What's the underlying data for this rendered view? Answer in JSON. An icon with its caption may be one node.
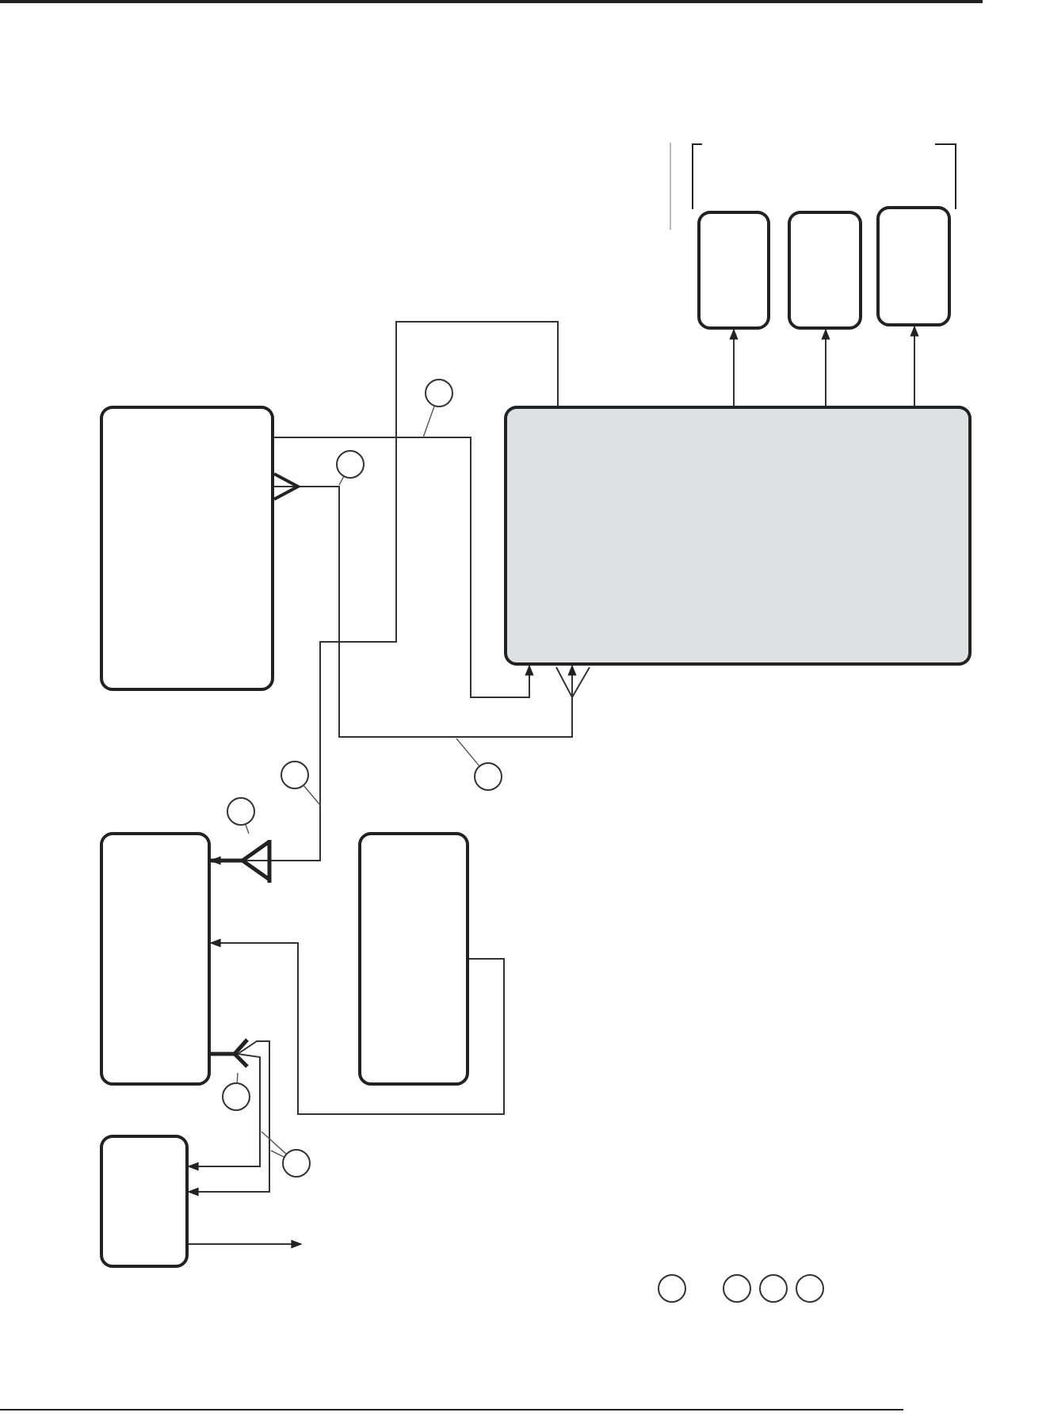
{
  "diagram": {
    "nodes": [
      {
        "text": [],
        "shape": "box"
      },
      {
        "text": [],
        "shape": "box"
      },
      {
        "text": [],
        "shape": "box"
      },
      {
        "text": [],
        "shape": "circle"
      },
      {
        "text": [],
        "shape": "box"
      },
      {
        "text": [],
        "shape": "box"
      },
      {
        "text": [],
        "shape": "circle"
      },
      {
        "text": [],
        "shape": "circle"
      },
      {
        "text": [],
        "shape": "circle"
      },
      {
        "text": [],
        "shape": "circle"
      },
      {
        "text": [],
        "shape": "box"
      },
      {
        "text": [],
        "shape": "box"
      },
      {
        "text": [],
        "shape": "circle"
      },
      {
        "text": [],
        "shape": "box"
      },
      {
        "text": [],
        "shape": "circle"
      },
      {
        "text": [],
        "shape": "circle"
      },
      {
        "text": [],
        "shape": "circle"
      },
      {
        "text": [],
        "shape": "circle"
      },
      {
        "text": [],
        "shape": "circle"
      }
    ],
    "edges": [
      {
        "from": 5,
        "to": 0,
        "arrow": "to"
      },
      {
        "from": 5,
        "to": 1,
        "arrow": "to"
      },
      {
        "from": 5,
        "to": 2,
        "arrow": "to"
      },
      {
        "from": 4,
        "to": 5,
        "arrow": "to"
      },
      {
        "from": 4,
        "to": 5,
        "arrow": "to"
      },
      {
        "from": 5,
        "to": 10,
        "arrow": "to"
      },
      {
        "from": 11,
        "to": 10,
        "arrow": "to"
      },
      {
        "from": 10,
        "to": 13,
        "arrow": "to"
      },
      {
        "from": 10,
        "to": 13,
        "arrow": "to"
      },
      {
        "from": 13,
        "to": null,
        "arrow": "to"
      },
      {
        "from": 3,
        "to": null,
        "arrow": "none"
      },
      {
        "from": 6,
        "to": null,
        "arrow": "none"
      },
      {
        "from": 8,
        "to": null,
        "arrow": "none"
      },
      {
        "from": 7,
        "to": null,
        "arrow": "none"
      },
      {
        "from": 9,
        "to": null,
        "arrow": "none"
      },
      {
        "from": 12,
        "to": null,
        "arrow": "none"
      },
      {
        "from": 14,
        "to": null,
        "arrow": "none"
      },
      {
        "from": 14,
        "to": null,
        "arrow": "none"
      }
    ]
  }
}
